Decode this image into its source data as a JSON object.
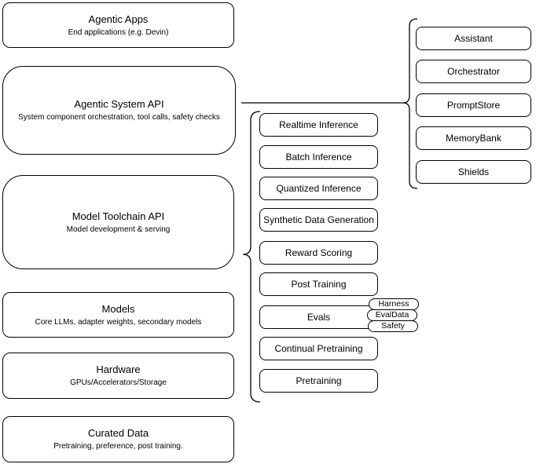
{
  "layers": [
    {
      "title": "Agentic Apps",
      "subtitle": "End applications (e.g. Devin)"
    },
    {
      "title": "Agentic System API",
      "subtitle": "System component orchestration, tool calls, safety checks"
    },
    {
      "title": "Model Toolchain API",
      "subtitle": "Model development & serving"
    },
    {
      "title": "Models",
      "subtitle": "Core LLMs, adapter weights, secondary models"
    },
    {
      "title": "Hardware",
      "subtitle": "GPUs/Accelerators/Storage"
    },
    {
      "title": "Curated Data",
      "subtitle": "Pretraining, preference, post training."
    }
  ],
  "toolchain_components": [
    "Realtime Inference",
    "Batch Inference",
    "Quantized Inference",
    "Synthetic Data Generation",
    "Reward Scoring",
    "Post Training",
    "Evals",
    "Continual Pretraining",
    "Pretraining"
  ],
  "eval_tags": [
    "Harness",
    "EvalData",
    "Safety"
  ],
  "system_components": [
    "Assistant",
    "Orchestrator",
    "PromptStore",
    "MemoryBank",
    "Shields"
  ],
  "colors": {
    "stroke": "#000000",
    "background": "#ffffff",
    "text": "#000000"
  }
}
